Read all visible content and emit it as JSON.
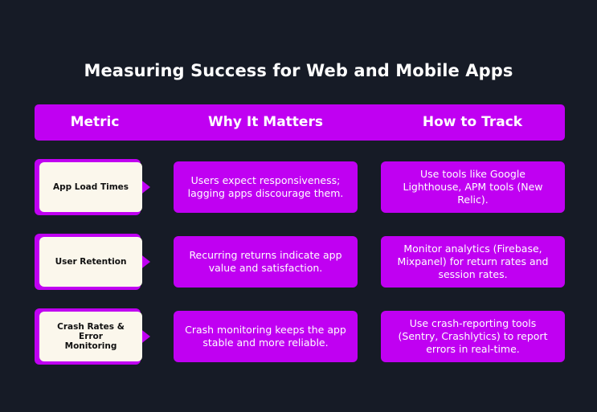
{
  "title": "Measuring Success for Web and Mobile Apps",
  "headers": {
    "metric": "Metric",
    "why": "Why It Matters",
    "how": "How to Track"
  },
  "rows": [
    {
      "metric": "App Load Times",
      "why": "Users expect responsiveness; lagging apps discourage them.",
      "how": "Use tools like Google Lighthouse, APM tools (New Relic)."
    },
    {
      "metric": "User Retention",
      "why": "Recurring returns indicate app value and satisfaction.",
      "how": "Monitor analytics (Firebase, Mixpanel) for return rates and session rates."
    },
    {
      "metric": "Crash Rates & Error Monitoring",
      "why": "Crash monitoring keeps the app stable and more reliable.",
      "how": "Use crash-reporting tools (Sentry, Crashlytics) to report errors in real-time."
    }
  ],
  "colors": {
    "background": "#161b26",
    "accent": "#c000f2",
    "card": "#fbf7ec"
  }
}
